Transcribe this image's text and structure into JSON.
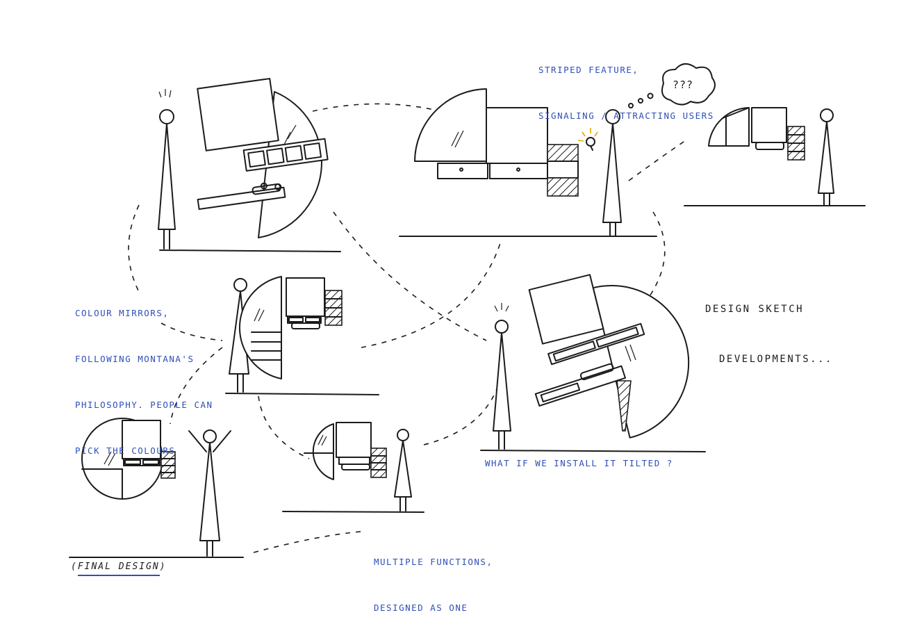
{
  "annotations": {
    "striped": [
      "STRIPED FEATURE,",
      "SIGNALING / ATTRACTING USERS"
    ],
    "thought": "???",
    "colour": [
      "COLOUR MIRRORS,",
      "FOLLOWING MONTANA'S",
      "PHILOSOPHY. PEOPLE CAN",
      "PICK THE COLOURS"
    ],
    "title": [
      "DESIGN SKETCH",
      "DEVELOPMENTS..."
    ],
    "tilted": "WHAT IF WE INSTALL IT TILTED ?",
    "multiple": [
      "MULTIPLE FUNCTIONS,",
      "DESIGNED AS ONE"
    ],
    "final_open": "(",
    "final_label": "FINAL DESIGN",
    "final_close": ")"
  },
  "colors": {
    "ink": "#1b1b1b",
    "annotation_blue": "#2f4fb5",
    "paper": "#ffffff",
    "bulb_glow": "#e0a800"
  }
}
